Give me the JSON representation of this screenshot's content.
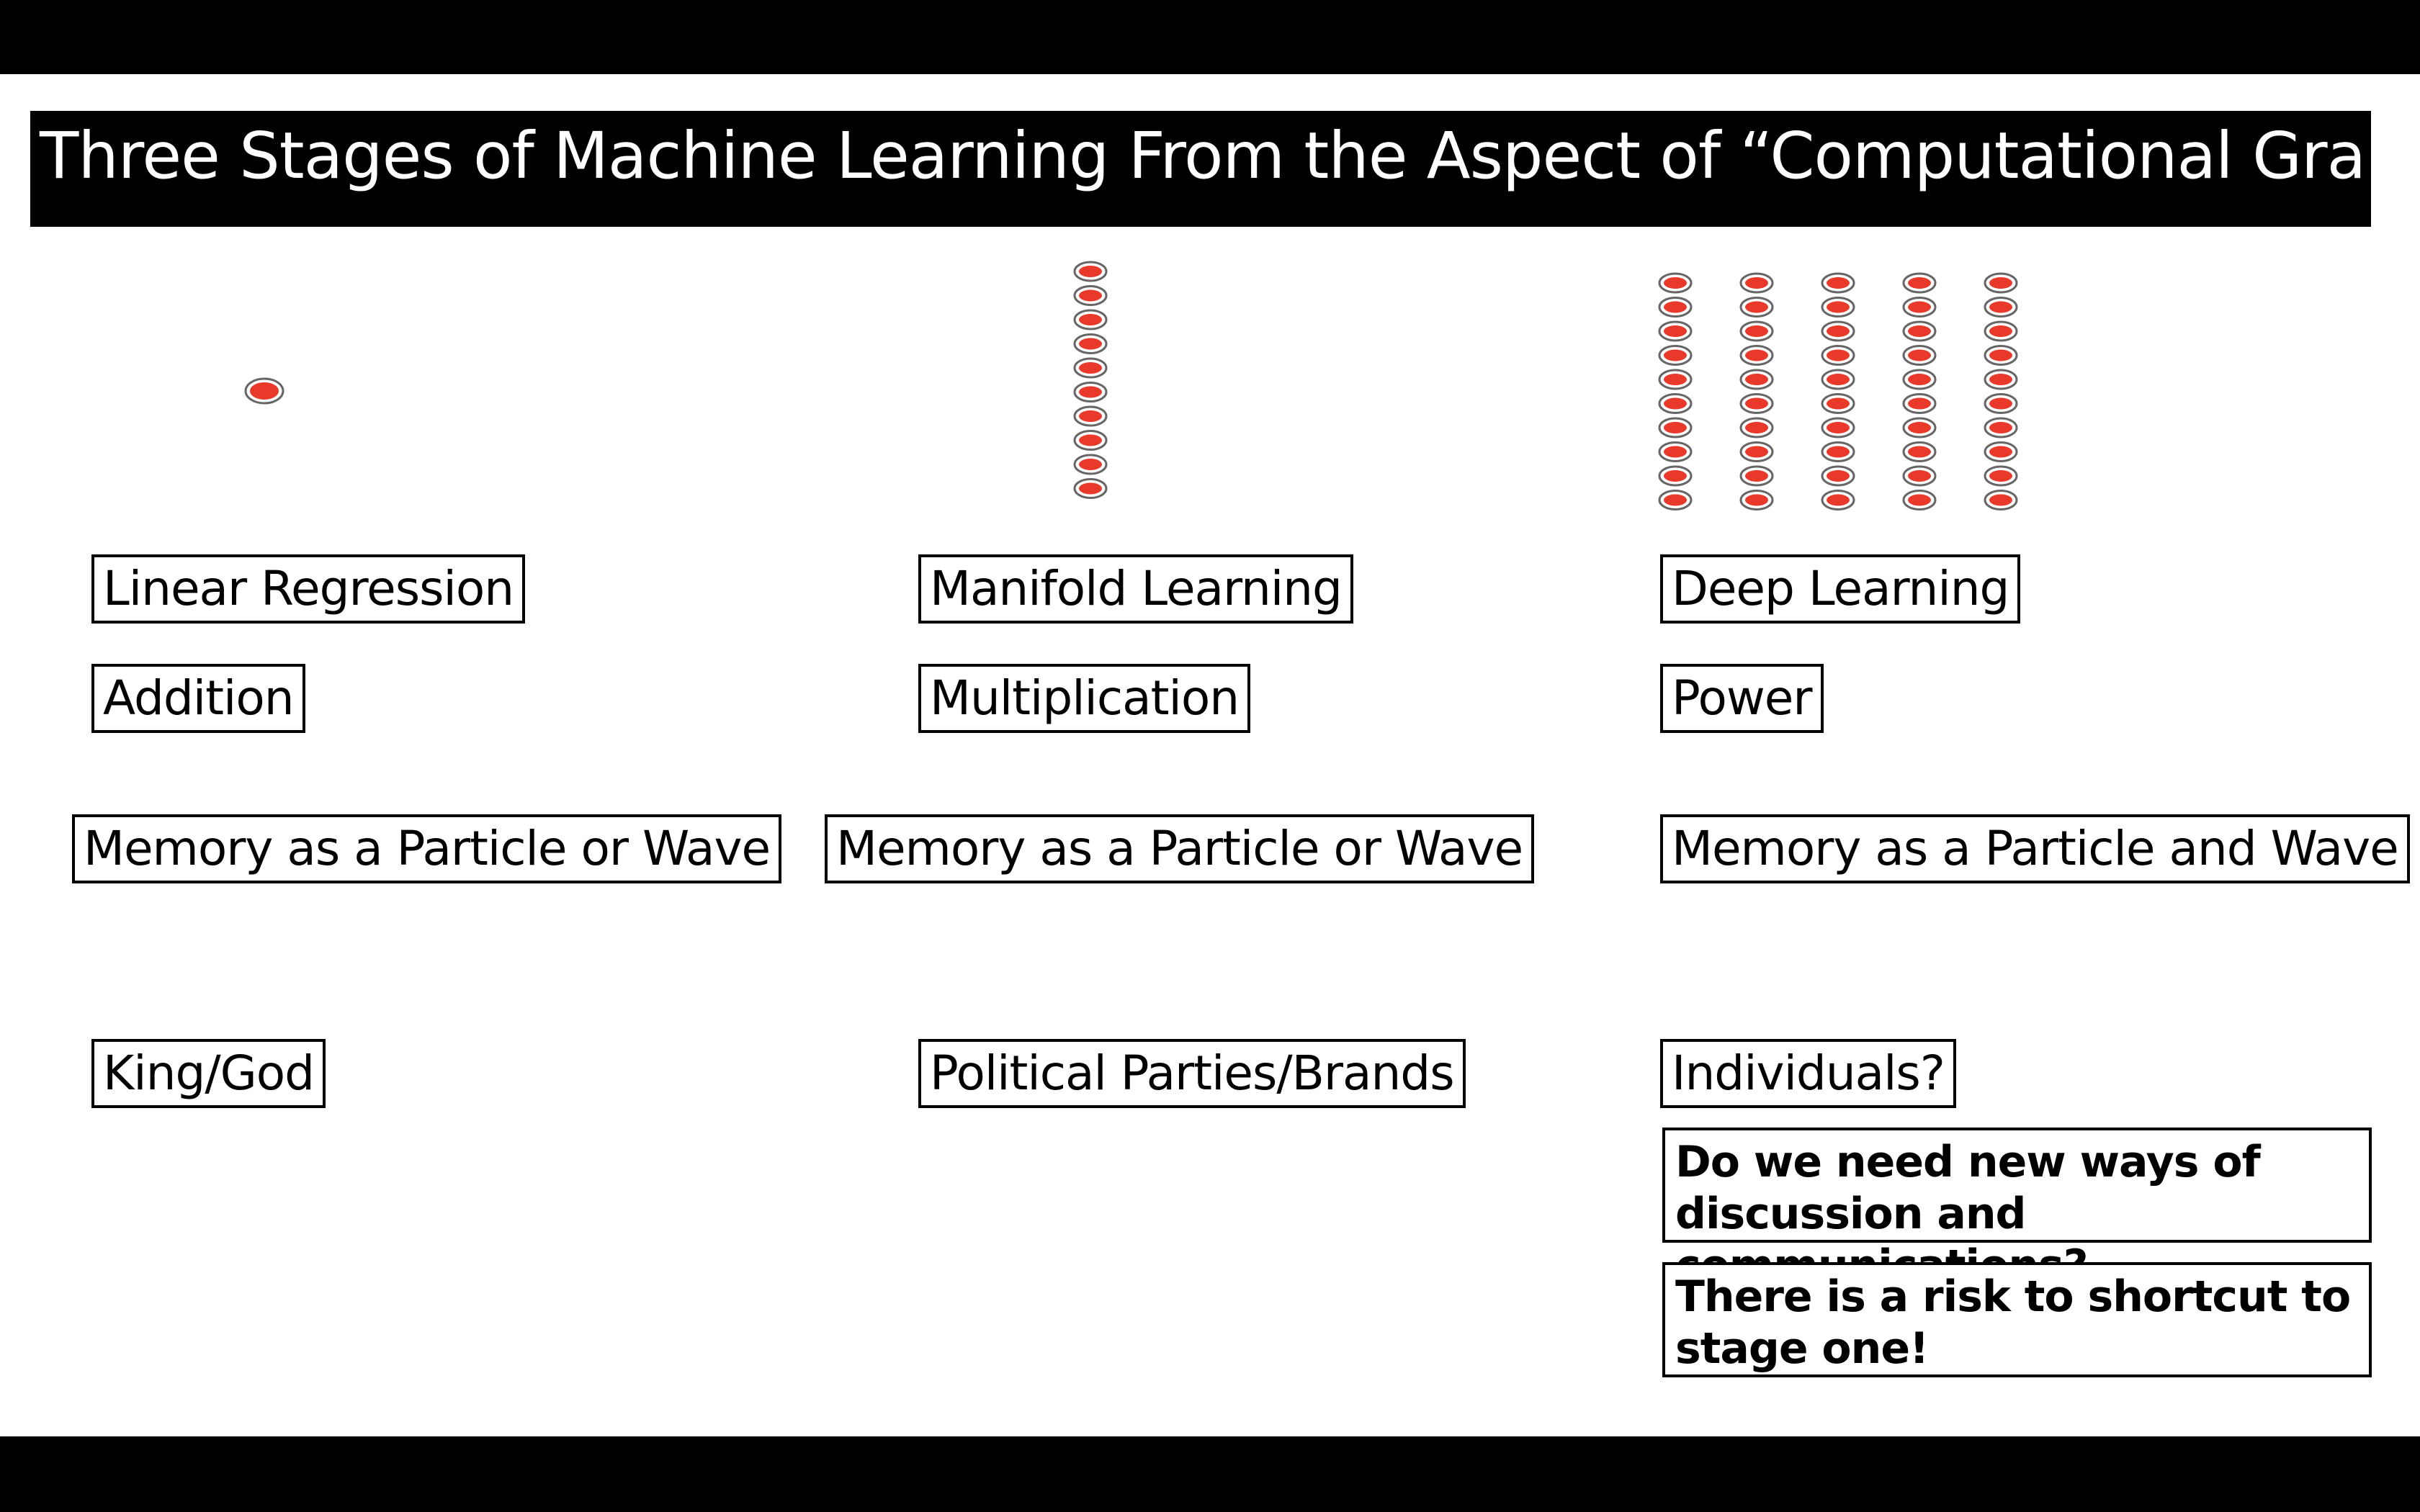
{
  "slide": {
    "title": "Three Stages of Machine Learning From the Aspect of “Computational Graph”",
    "node_color": "#e8392a",
    "stages": [
      {
        "graph": {
          "columns": 1,
          "nodes_per_column": 1
        },
        "method": "Linear Regression",
        "operation": "Addition",
        "memory": "Memory as a Particle or Wave",
        "society": "King/God"
      },
      {
        "graph": {
          "columns": 1,
          "nodes_per_column": 10
        },
        "method": "Manifold Learning",
        "operation": "Multiplication",
        "memory": "Memory as a Particle or Wave",
        "society": "Political Parties/Brands"
      },
      {
        "graph": {
          "columns": 5,
          "nodes_per_column": 10
        },
        "method": "Deep Learning",
        "operation": "Power",
        "memory": "Memory as a Particle and Wave",
        "society": "Individuals?"
      }
    ],
    "notes": [
      "Do we need new ways of discussion and communications?",
      "There is a risk to shortcut to stage one!"
    ]
  }
}
